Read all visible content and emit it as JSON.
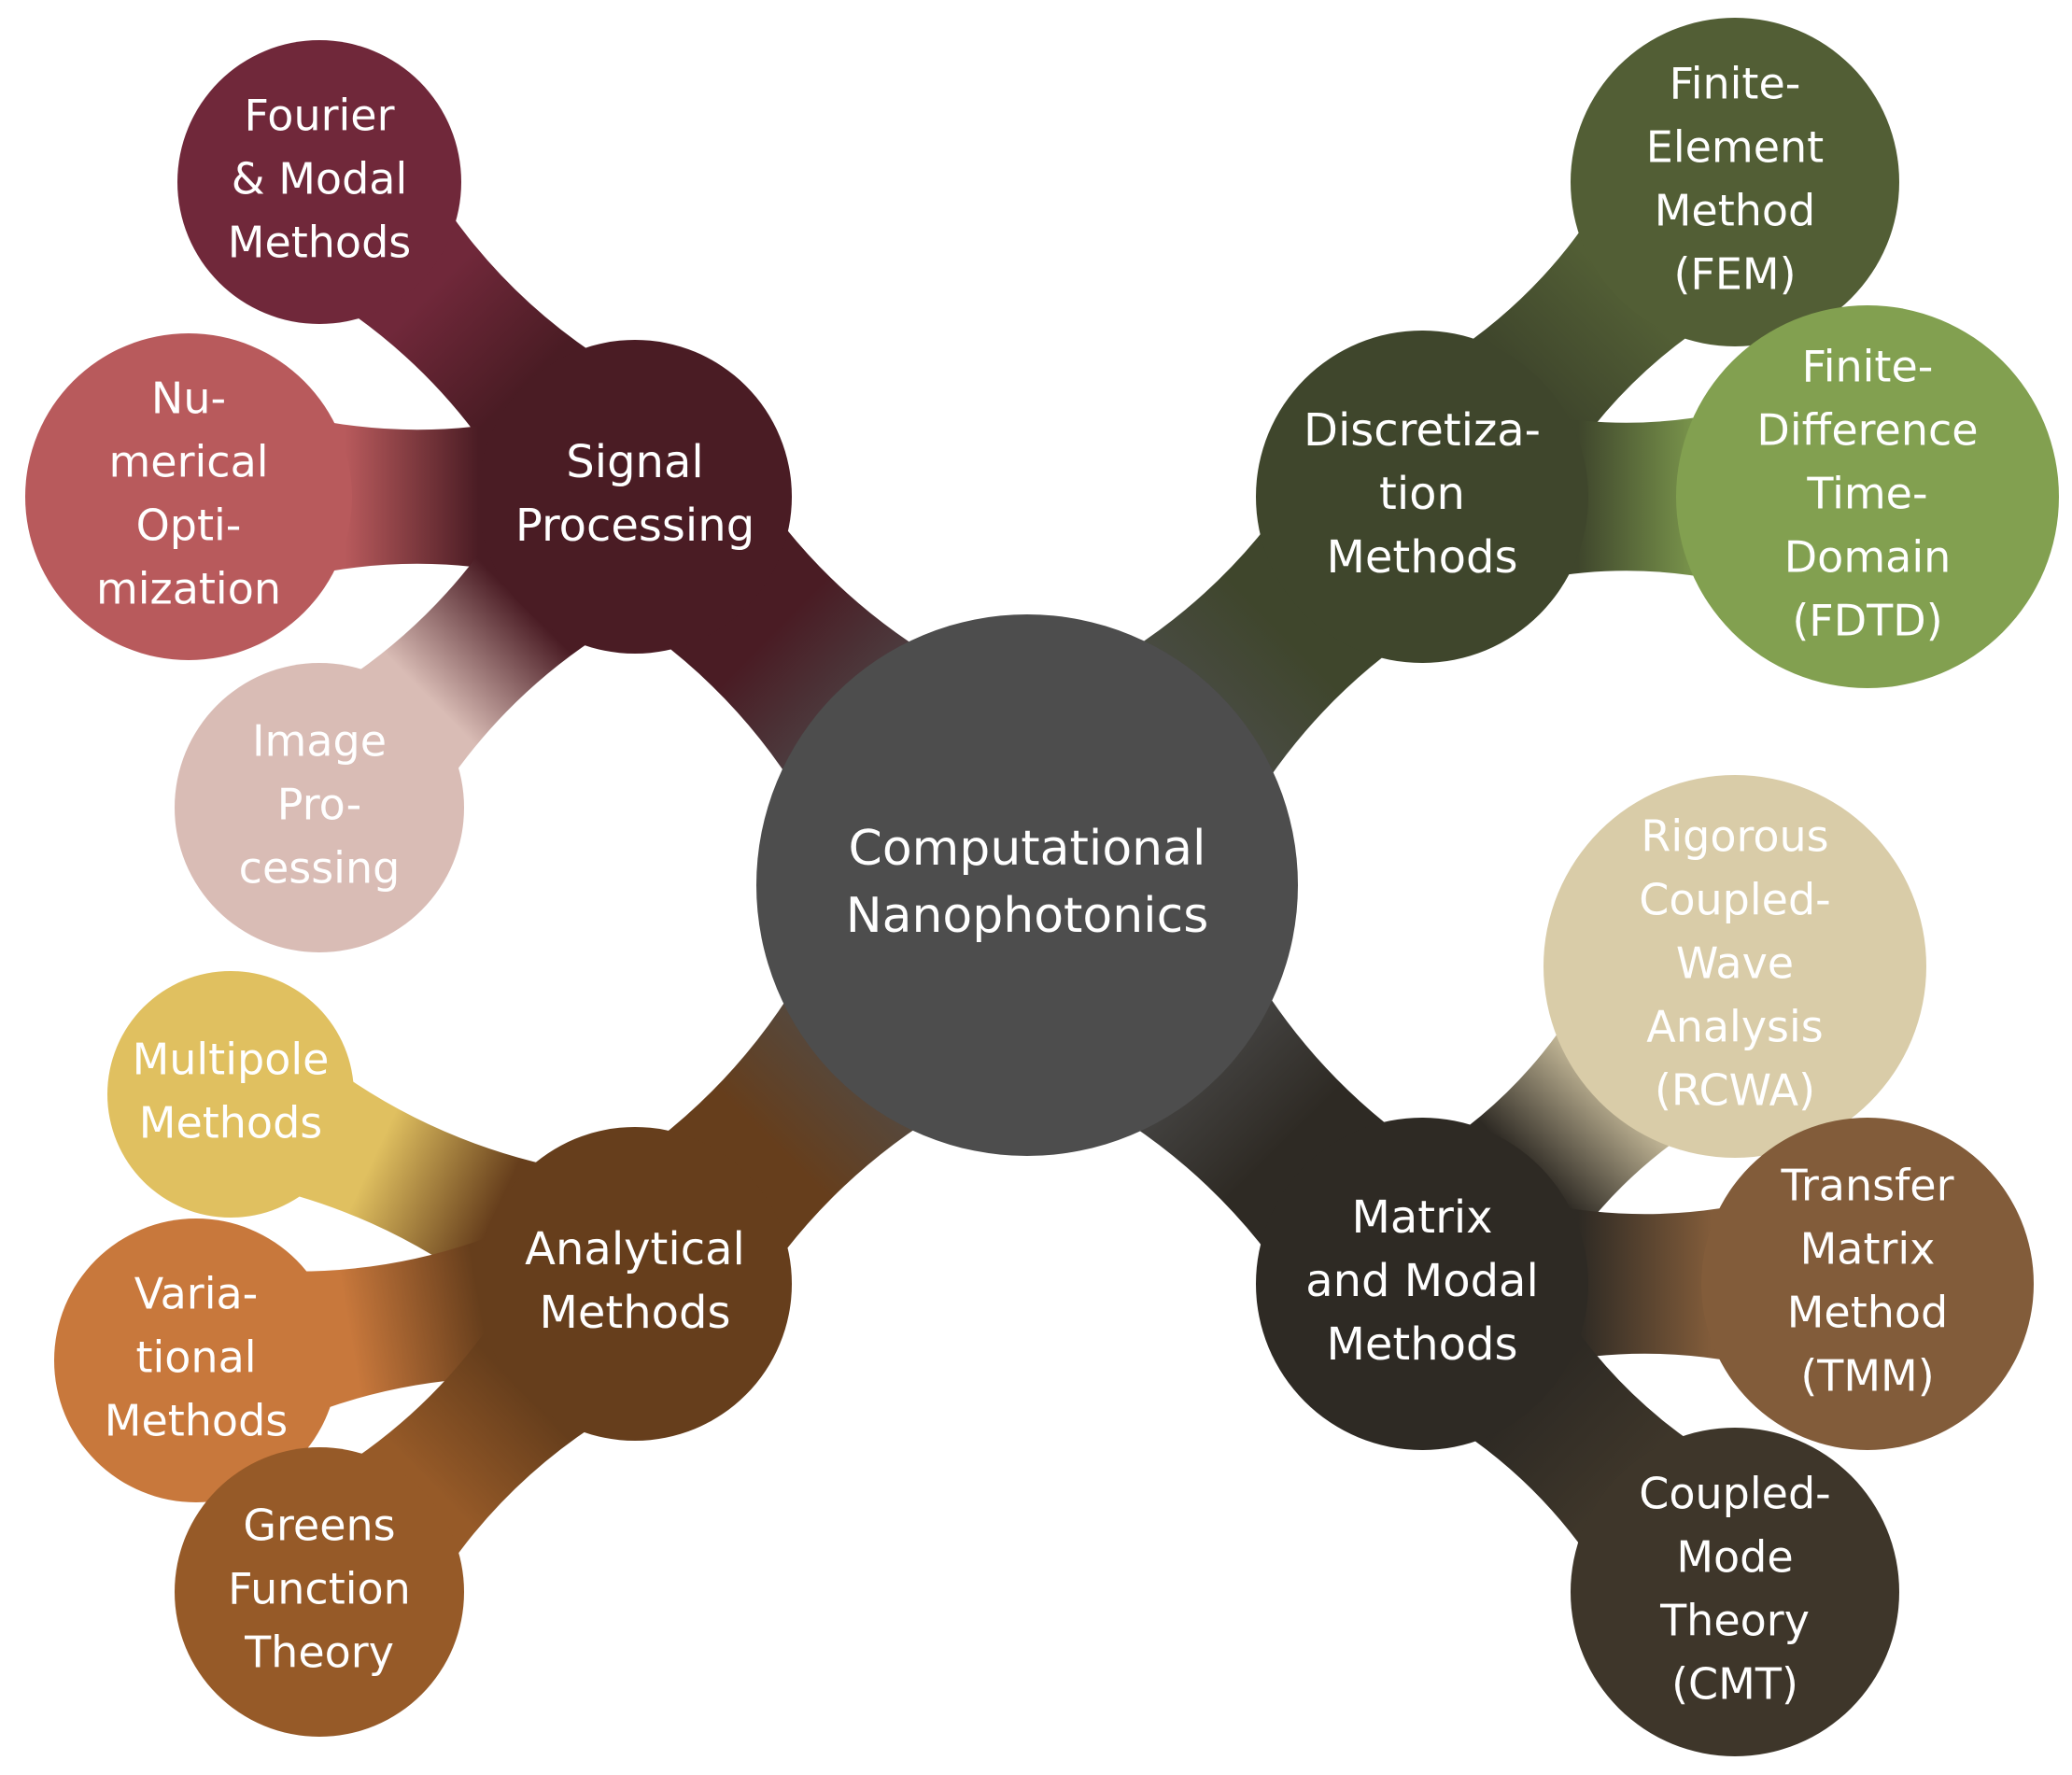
{
  "center": {
    "lines": [
      "Computational",
      "Nanophotonics"
    ],
    "color": "#4d4d4d",
    "text_color": "#ffffff"
  },
  "branches": [
    {
      "id": "signal-processing",
      "lines": [
        "Signal",
        "Processing"
      ],
      "color": "#4a1c24",
      "text_color": "#ffffff",
      "children": [
        {
          "id": "fourier-modal-methods",
          "lines": [
            "Fourier",
            "& Modal",
            "Methods"
          ],
          "color": "#70283a",
          "text_color": "#ffffff"
        },
        {
          "id": "numerical-optimization",
          "lines": [
            "Nu-",
            "merical",
            "Opti-",
            "mization"
          ],
          "color": "#b85a5c",
          "text_color": "#ffffff"
        },
        {
          "id": "image-processing",
          "lines": [
            "Image",
            "Pro-",
            "cessing"
          ],
          "color": "#d9bcb5",
          "text_color": "#ffffff"
        }
      ]
    },
    {
      "id": "discretization-methods",
      "lines": [
        "Discretiza-",
        "tion",
        "Methods"
      ],
      "color": "#3f462c",
      "text_color": "#ffffff",
      "children": [
        {
          "id": "finite-element-method",
          "lines": [
            "Finite-",
            "Element",
            "Method",
            "(FEM)"
          ],
          "color": "#525e35",
          "text_color": "#ffffff"
        },
        {
          "id": "finite-difference-time-domain",
          "lines": [
            "Finite-",
            "Difference",
            "Time-",
            "Domain",
            "(FDTD)"
          ],
          "color": "#82a050",
          "text_color": "#ffffff"
        }
      ]
    },
    {
      "id": "analytical-methods",
      "lines": [
        "Analytical",
        "Methods"
      ],
      "color": "#663e1c",
      "text_color": "#ffffff",
      "children": [
        {
          "id": "multipole-methods",
          "lines": [
            "Multipole",
            "Methods"
          ],
          "color": "#e0c060",
          "text_color": "#ffffff"
        },
        {
          "id": "variational-methods",
          "lines": [
            "Varia-",
            "tional",
            "Methods"
          ],
          "color": "#c8783c",
          "text_color": "#ffffff"
        },
        {
          "id": "greens-function-theory",
          "lines": [
            "Greens",
            "Function",
            "Theory"
          ],
          "color": "#965a28",
          "text_color": "#ffffff"
        }
      ]
    },
    {
      "id": "matrix-modal-methods",
      "lines": [
        "Matrix",
        "and Modal",
        "Methods"
      ],
      "color": "#2e2a24",
      "text_color": "#ffffff",
      "children": [
        {
          "id": "rcwa",
          "lines": [
            "Rigorous",
            "Coupled-",
            "Wave",
            "Analysis",
            "(RCWA)"
          ],
          "color": "#d9cca8",
          "text_color": "#ffffff"
        },
        {
          "id": "transfer-matrix-method",
          "lines": [
            "Transfer",
            "Matrix",
            "Method",
            "(TMM)"
          ],
          "color": "#825c3a",
          "text_color": "#ffffff"
        },
        {
          "id": "coupled-mode-theory",
          "lines": [
            "Coupled-",
            "Mode",
            "Theory",
            "(CMT)"
          ],
          "color": "#3e362a",
          "text_color": "#ffffff"
        }
      ]
    }
  ]
}
